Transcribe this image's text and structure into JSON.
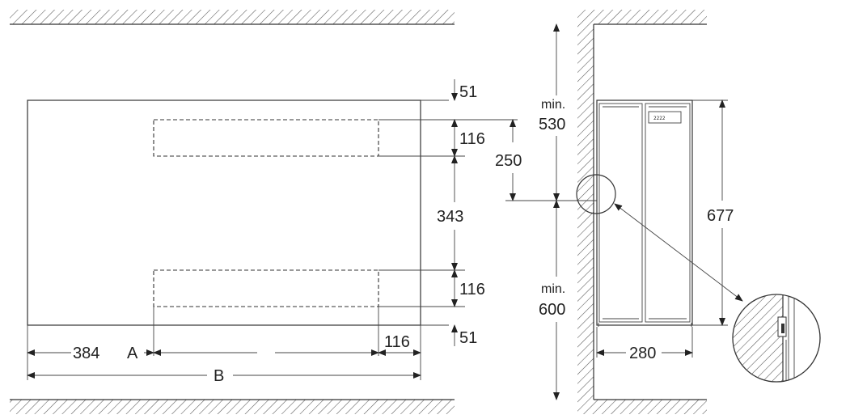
{
  "dimensions": {
    "top_offset": "51",
    "bottom_offset": "51",
    "upper_vent": "116",
    "lower_vent": "116",
    "between_vents": "343",
    "left_to_vent": "384",
    "right_vent_width": "116",
    "wall_top_clearance": "530",
    "wall_bottom_clearance": "600",
    "min_label": "min.",
    "height_to_hinge": "250",
    "appliance_height": "677",
    "appliance_depth": "280",
    "label_a": "A",
    "label_b": "B"
  },
  "panel_display": "2222"
}
